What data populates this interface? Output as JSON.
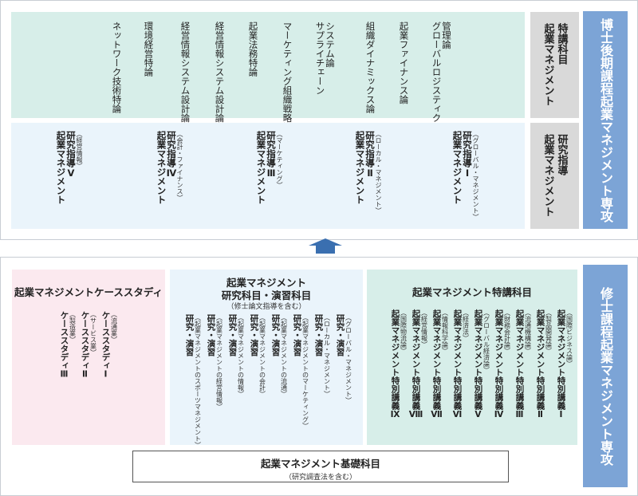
{
  "doctoral": {
    "program": "博士後期課程起業マネジメント専攻",
    "special_header": [
      "起業マネジメント",
      "特講科目"
    ],
    "research_header": [
      "起業マネジメント",
      "研究指導"
    ],
    "special_courses": [
      [
        "グローバルロジスティクス",
        "管理論"
      ],
      [
        "起業ファイナンス論"
      ],
      [
        "組織ダイナミックス論"
      ],
      [
        "サプライチェーン",
        "システム論"
      ],
      [
        "マーケティング組織戦略論"
      ],
      [
        "起業法務特論"
      ],
      [
        "経営情報システム設計論"
      ],
      [
        "経営情報システム設計論"
      ],
      [
        "環境経営特論"
      ],
      [
        "ネットワーク技術特論"
      ]
    ],
    "research_guidance": [
      {
        "lines": [
          "起業マネジメント",
          "研究指導Ⅰ"
        ],
        "note": "（グローバル・マネジメント）"
      },
      {
        "lines": [
          "起業マネジメント",
          "研究指導Ⅱ"
        ],
        "note": "（ローカル・マネジメント）"
      },
      {
        "lines": [
          "起業マネジメント",
          "研究指導Ⅲ"
        ],
        "note": "（マーケティング）"
      },
      {
        "lines": [
          "起業マネジメント",
          "研究指導Ⅳ"
        ],
        "note": "（会計・ファイナンス）"
      },
      {
        "lines": [
          "起業マネジメント",
          "研究指導Ⅴ"
        ],
        "note": "（経営情報）"
      }
    ]
  },
  "master": {
    "program": "修士課程起業マネジメント専攻",
    "case_study": {
      "title": "起業マネジメントケーススタディ",
      "items": [
        {
          "text": "ケーススタディⅠ",
          "note": "（流通業）"
        },
        {
          "text": "ケーススタディⅡ",
          "note": "（サービス業）"
        },
        {
          "text": "ケーススタディⅢ",
          "note": "（製造業）"
        }
      ]
    },
    "research": {
      "title_lines": [
        "起業マネジメント",
        "研究科目・演習科目"
      ],
      "note": "（修士論文指導を含む）",
      "items": [
        {
          "text": "研究・演習",
          "note": "（グローバル・マネジメント）"
        },
        {
          "text": "研究・演習",
          "note": "（ローカル・マネジメント）"
        },
        {
          "text": "研究・演習",
          "note": "（起業マネジメントのマーケティング）"
        },
        {
          "text": "研究・演習",
          "note": "（起業マネジメントの流通）"
        },
        {
          "text": "研究・演習",
          "note": "（起業マネジメントの会計）"
        },
        {
          "text": "研究・演習",
          "note": "（起業マネジメントの情報）"
        },
        {
          "text": "研究・演習",
          "note": "（起業マネジメントの経営情報）"
        },
        {
          "text": "研究・演習",
          "note": "（起業マネジメントのスポーツマネジメント）"
        }
      ]
    },
    "special": {
      "title": "起業マネジメント特講科目",
      "items": [
        {
          "text": "起業マネジメント特別講義Ⅰ",
          "note": "（国際ビジネス論）"
        },
        {
          "text": "起業マネジメント特別講義Ⅱ",
          "note": "（製品開発論）"
        },
        {
          "text": "起業マネジメント特別講義Ⅲ",
          "note": "（流通機構論）"
        },
        {
          "text": "起業マネジメント特別講義Ⅳ",
          "note": "（財務会計論）"
        },
        {
          "text": "起業マネジメント特別講義Ⅴ",
          "note": "（グローバル経済論）"
        },
        {
          "text": "起業マネジメント特別講義Ⅵ",
          "note": "（経済法）"
        },
        {
          "text": "起業マネジメント特別講義Ⅶ",
          "note": "（情報科学論）"
        },
        {
          "text": "起業マネジメント特別講義Ⅷ",
          "note": "（経営情報）"
        },
        {
          "text": "起業マネジメント特別講義Ⅸ",
          "note": "（国際物流論）"
        }
      ]
    },
    "basic": {
      "title": "起業マネジメント基礎科目",
      "note": "（研究調査法を含む）"
    }
  },
  "colors": {
    "program_label": "#7ca4d6",
    "special_area": "#d7eee9",
    "research_area": "#eaf4fb",
    "case_area": "#fbe9ef",
    "header_gray": "#d9d9d9",
    "arrow": "#3a6fb0"
  }
}
